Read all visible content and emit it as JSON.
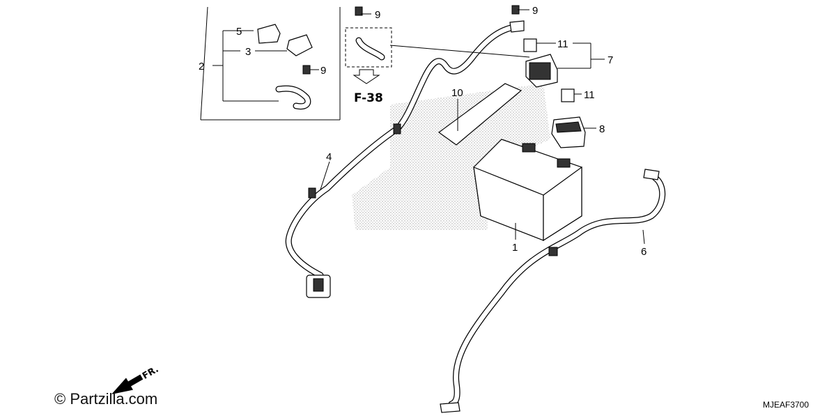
{
  "callouts": {
    "c1": "1",
    "c2": "2",
    "c3": "3",
    "c4": "4",
    "c5": "5",
    "c6": "6",
    "c7": "7",
    "c8": "8",
    "c9a": "9",
    "c9b": "9",
    "c9c": "9",
    "c10": "10",
    "c11a": "11",
    "c11b": "11"
  },
  "reference": {
    "label": "F-38"
  },
  "front_indicator": {
    "label": "FR."
  },
  "watermark": {
    "text": "© Partzilla.com"
  },
  "diagram_code": {
    "text": "MJEAF3700"
  }
}
